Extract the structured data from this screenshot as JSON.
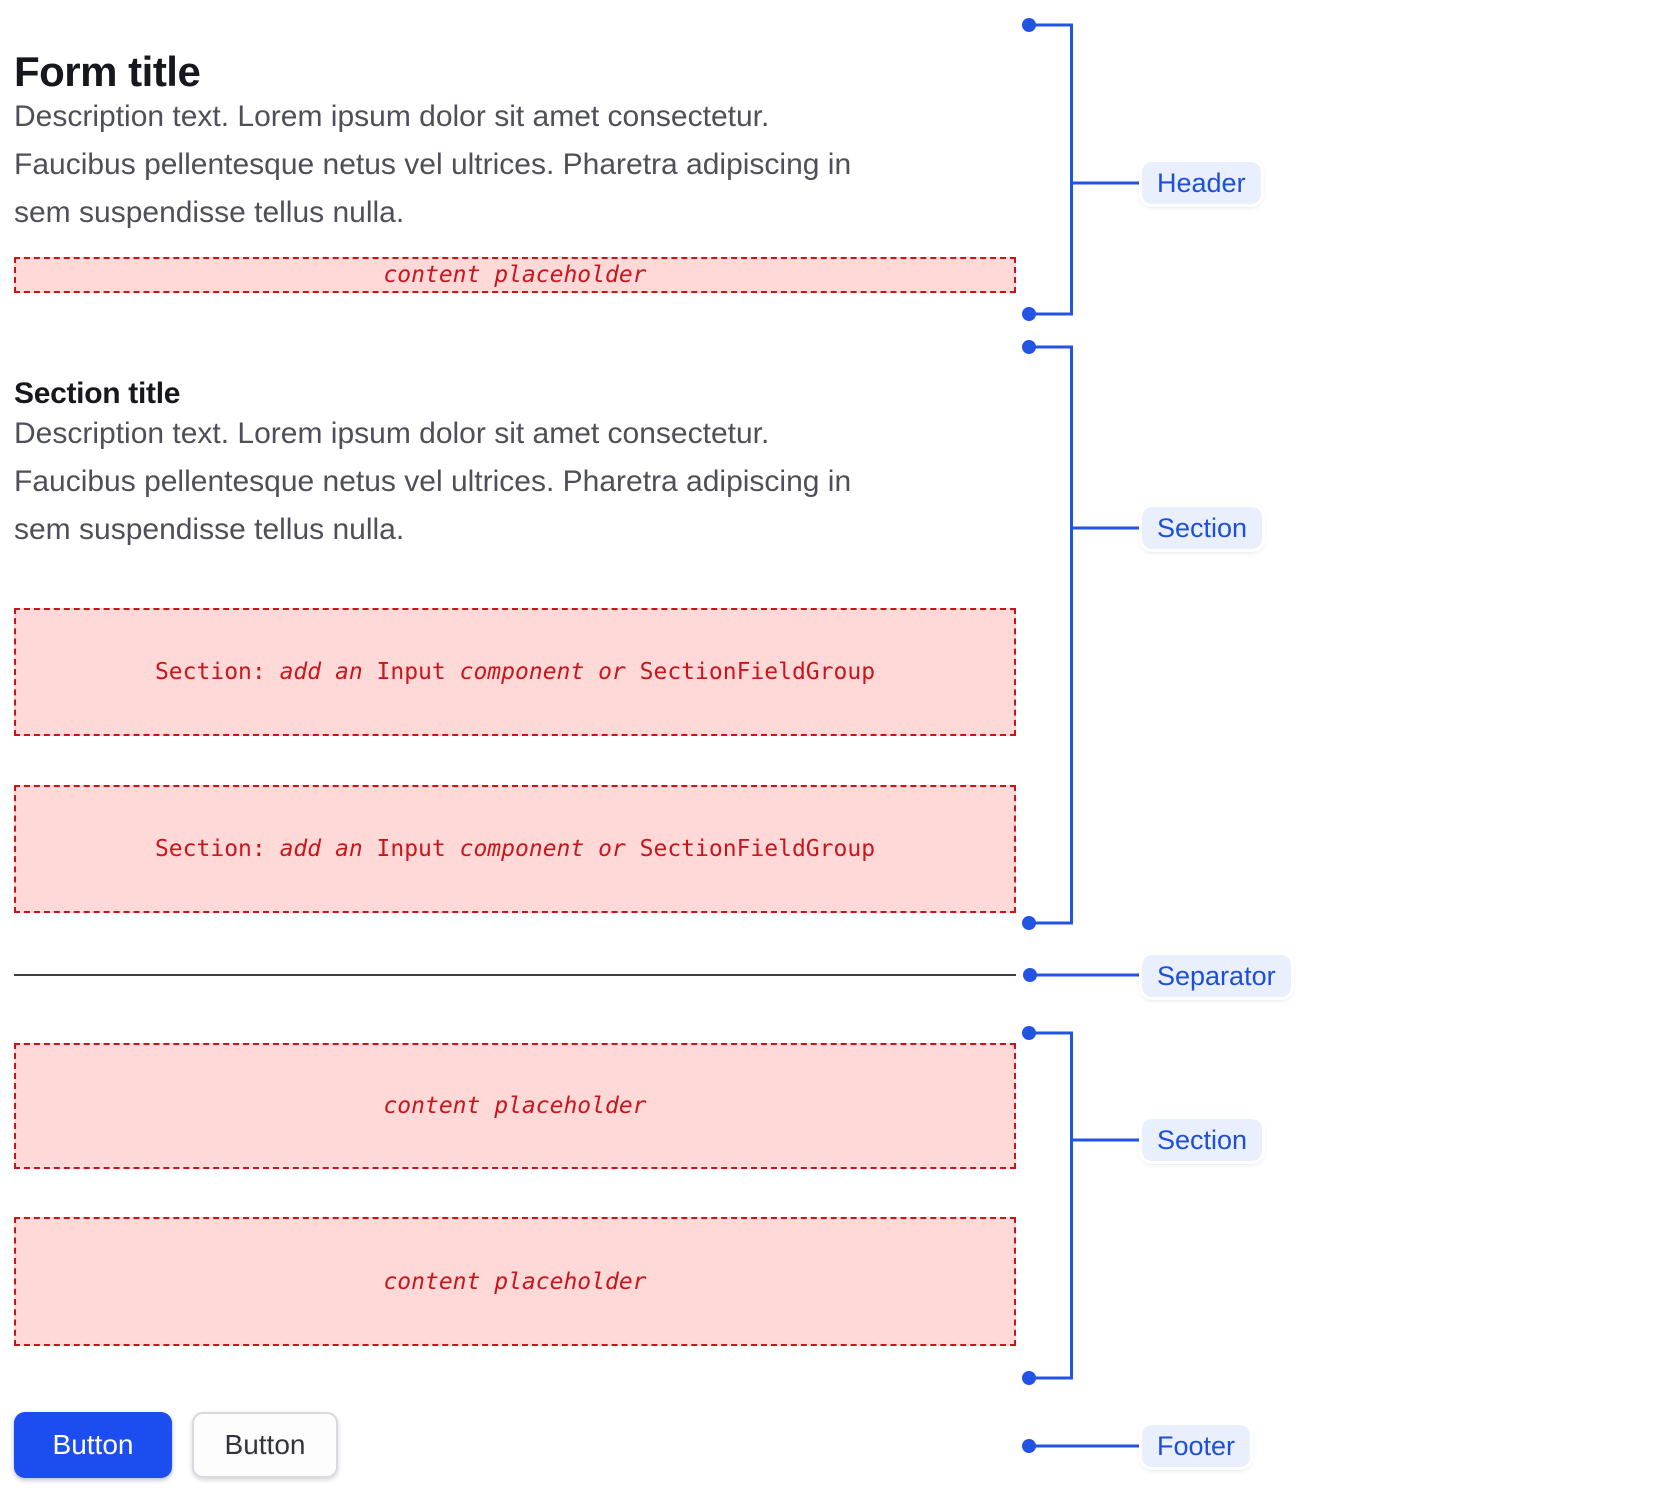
{
  "form": {
    "title": "Form title",
    "description_lines": [
      "Description text. Lorem ipsum dolor sit amet consectetur.",
      "Faucibus pellentesque netus vel ultrices. Pharetra adipiscing in",
      "sem suspendisse tellus nulla."
    ],
    "section": {
      "title": "Section title"
    },
    "placeholders": {
      "content": "content placeholder",
      "section_prefix": "Section: ",
      "section_add": "add an ",
      "section_input": "Input",
      "section_mid": " component or ",
      "section_group": "SectionFieldGroup"
    },
    "footer": {
      "primary_label": "Button",
      "secondary_label": "Button"
    }
  },
  "annotations": {
    "header": "Header",
    "section_top": "Section",
    "separator": "Separator",
    "section_bottom": "Section",
    "footer": "Footer"
  },
  "colors": {
    "annotation_blue": "#2353e5",
    "annotation_pill_bg": "#e9effd",
    "annotation_pill_text": "#1d4fd8",
    "placeholder_text_red": "#c9161c",
    "placeholder_bg_pink": "#ffd8d8",
    "placeholder_border_red": "#c8151c",
    "primary_button_blue": "#1b4df0",
    "separator_gray": "#3d3f48",
    "title_color": "#17181d",
    "description_gray": "#4e4f59"
  }
}
